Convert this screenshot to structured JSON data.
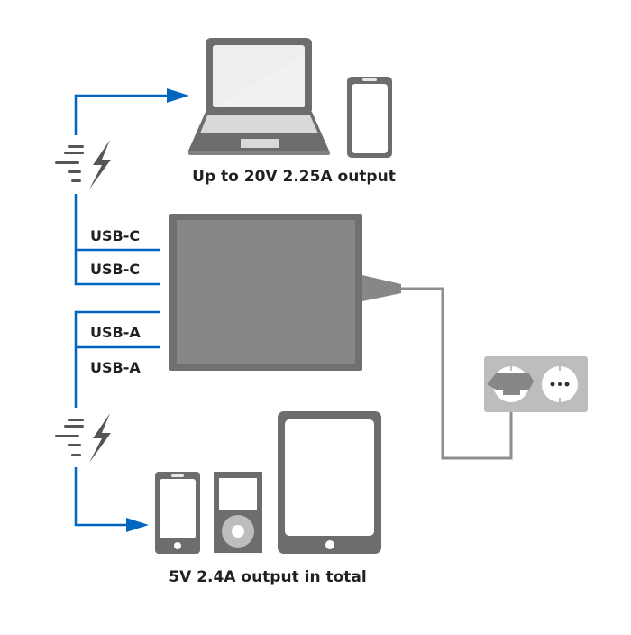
{
  "diagram": {
    "title_top": "Up to 20V 2.25A output",
    "title_bottom": "5V 2.4A output in total",
    "ports": [
      {
        "label": "USB-C",
        "group": "usb-c"
      },
      {
        "label": "USB-C",
        "group": "usb-c"
      },
      {
        "label": "USB-A",
        "group": "usb-a"
      },
      {
        "label": "USB-A",
        "group": "usb-a"
      }
    ],
    "top_devices": [
      "laptop",
      "smartphone"
    ],
    "bottom_devices": [
      "smartphone",
      "music-player",
      "tablet"
    ],
    "icons": {
      "power_top": "lightning-bolt-icon",
      "power_bottom": "lightning-bolt-icon",
      "outlet": "wall-socket-icon",
      "charger": "charger-body"
    },
    "colors": {
      "flow_line": "#0066c0",
      "device_dark": "#6d6d6d",
      "charger_fill": "#878787",
      "charger_border": "#707070",
      "cable": "#8e8e8e",
      "outlet_plate": "#bdbdbd",
      "text": "#231f20"
    }
  }
}
